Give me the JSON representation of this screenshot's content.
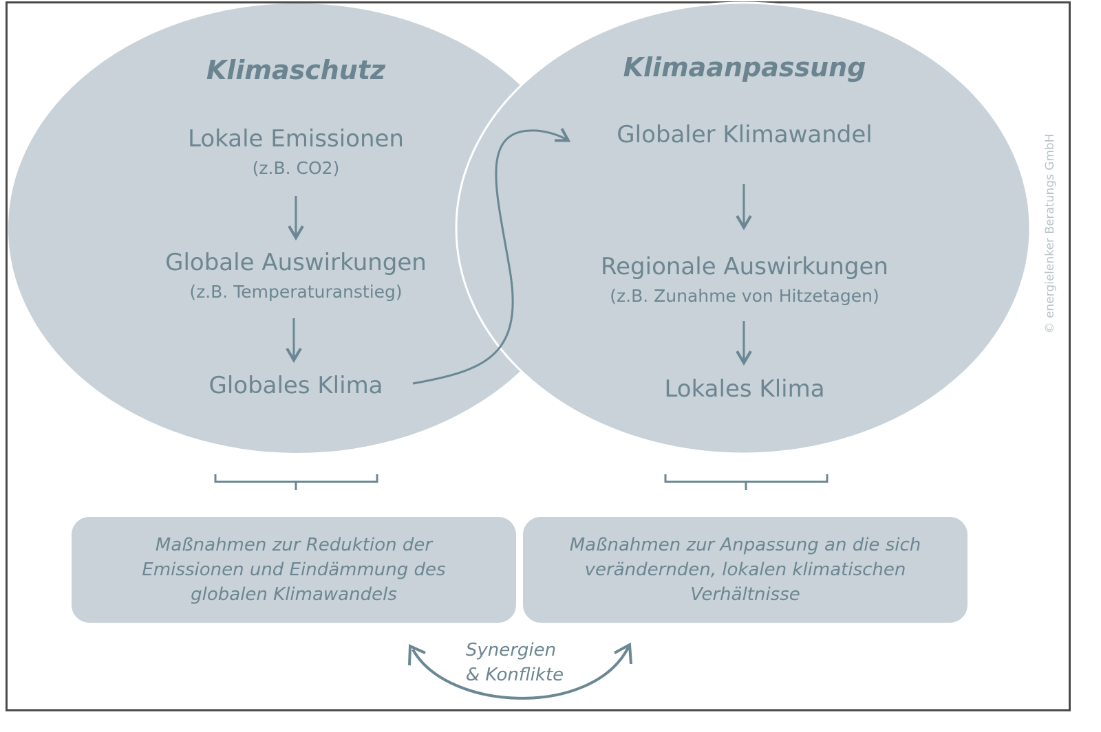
{
  "left_circle": {
    "title": "Klimaschutz",
    "step1": "Lokale Emissionen",
    "step1_sub": "(z.B. CO2)",
    "step2": "Globale Auswirkungen",
    "step2_sub": "(z.B. Temperaturanstieg)",
    "step3": "Globales Klima"
  },
  "right_circle": {
    "title": "Klimaanpassung",
    "step1": "Globaler Klimawandel",
    "step2": "Regionale Auswirkungen",
    "step2_sub": "(z.B. Zunahme von Hitzetagen)",
    "step3": "Lokales Klima"
  },
  "boxes": {
    "left": "Maßnahmen zur Reduktion der Emissionen und Eindämmung des globalen Klimawandels",
    "right": "Maßnahmen zur Anpassung an die sich verändernden, lokalen klimatischen Verhältnisse"
  },
  "relation": {
    "line1": "Synergien",
    "line2": "& Konflikte"
  },
  "copyright": "© energielenker Beratungs GmbH",
  "colors": {
    "fill": "#c8d2d8",
    "text": "#6d8691",
    "stroke": "#6a8793"
  }
}
